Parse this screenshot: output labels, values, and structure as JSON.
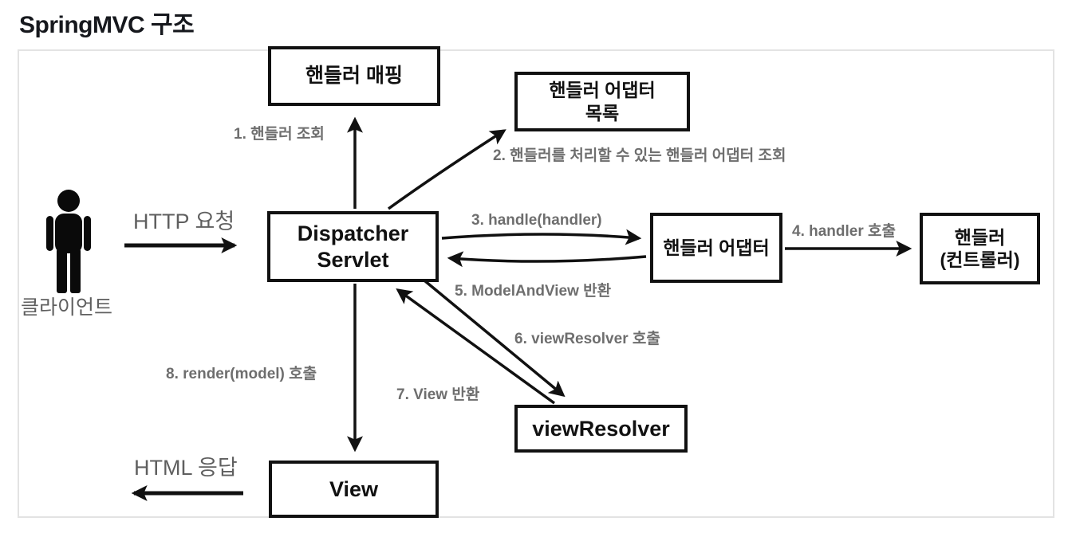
{
  "page": {
    "title": "SpringMVC 구조"
  },
  "diagram": {
    "nodes": {
      "handler_mapping": "핸들러 매핑",
      "handler_adapter_list": "핸들러 어댑터\n목록",
      "dispatcher_servlet": "Dispatcher\nServlet",
      "handler_adapter": "핸들러 어댑터",
      "handler_controller": "핸들러\n(컨트롤러)",
      "view_resolver": "viewResolver",
      "view": "View",
      "client": "클라이언트"
    },
    "edges": {
      "step1": "1. 핸들러 조회",
      "step2": "2. 핸들러를 처리할 수 있는 핸들러 어댑터 조회",
      "step3": "3. handle(handler)",
      "step4": "4. handler 호출",
      "step5": "5. ModelAndView 반환",
      "step6": "6. viewResolver 호출",
      "step7": "7. View 반환",
      "step8": "8. render(model) 호출",
      "http_request": "HTTP 요청",
      "html_response": "HTML 응답"
    },
    "colors": {
      "box_border": "#111111",
      "box_text": "#111111",
      "label_gray": "#6e6e6e",
      "frame_border": "#e3e3e3",
      "arrow": "#111111"
    }
  }
}
